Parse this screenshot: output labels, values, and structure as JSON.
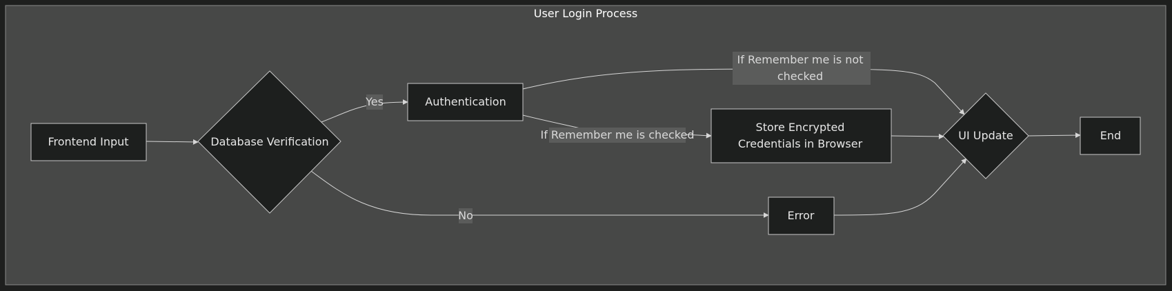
{
  "diagram": {
    "title": "User Login Process",
    "nodes": {
      "frontend_input": "Frontend Input",
      "database_verification": "Database Verification",
      "authentication": "Authentication",
      "store_credentials": [
        "Store Encrypted",
        "Credentials in Browser"
      ],
      "ui_update": "UI Update",
      "end": "End",
      "error": "Error"
    },
    "edge_labels": {
      "yes": "Yes",
      "no": "No",
      "remember_checked": "If Remember me is checked",
      "remember_not_checked": [
        "If Remember me is not",
        "checked"
      ]
    }
  }
}
